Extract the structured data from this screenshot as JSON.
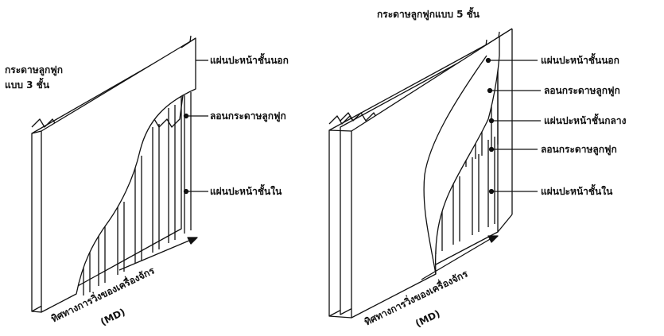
{
  "left_diagram": {
    "title_line1": "กระดาษลูกฟูก",
    "title_line2": "แบบ 3 ชั้น",
    "labels": {
      "outer_liner": "แผ่นปะหน้าชั้นนอก",
      "flute": "ลอนกระดาษลูกฟูก",
      "inner_liner": "แผ่นปะหน้าชั้นใน"
    },
    "direction_text": "ทิศทางการวิ่งของเครื่องจักร",
    "direction_abbr": "(MD)"
  },
  "right_diagram": {
    "title": "กระดาษลูกฟูกแบบ 5 ชั้น",
    "labels": {
      "outer_liner": "แผ่นปะหน้าชั้นนอก",
      "flute_1": "ลอนกระดาษลูกฟูก",
      "middle_liner": "แผ่นปะหน้าชั้นกลาง",
      "flute_2": "ลอนกระดาษลูกฟูก",
      "inner_liner": "แผ่นปะหน้าชั้นใน"
    },
    "direction_text": "ทิศทางการวิ่งของเครื่องจักร",
    "direction_abbr": "(MD)"
  }
}
